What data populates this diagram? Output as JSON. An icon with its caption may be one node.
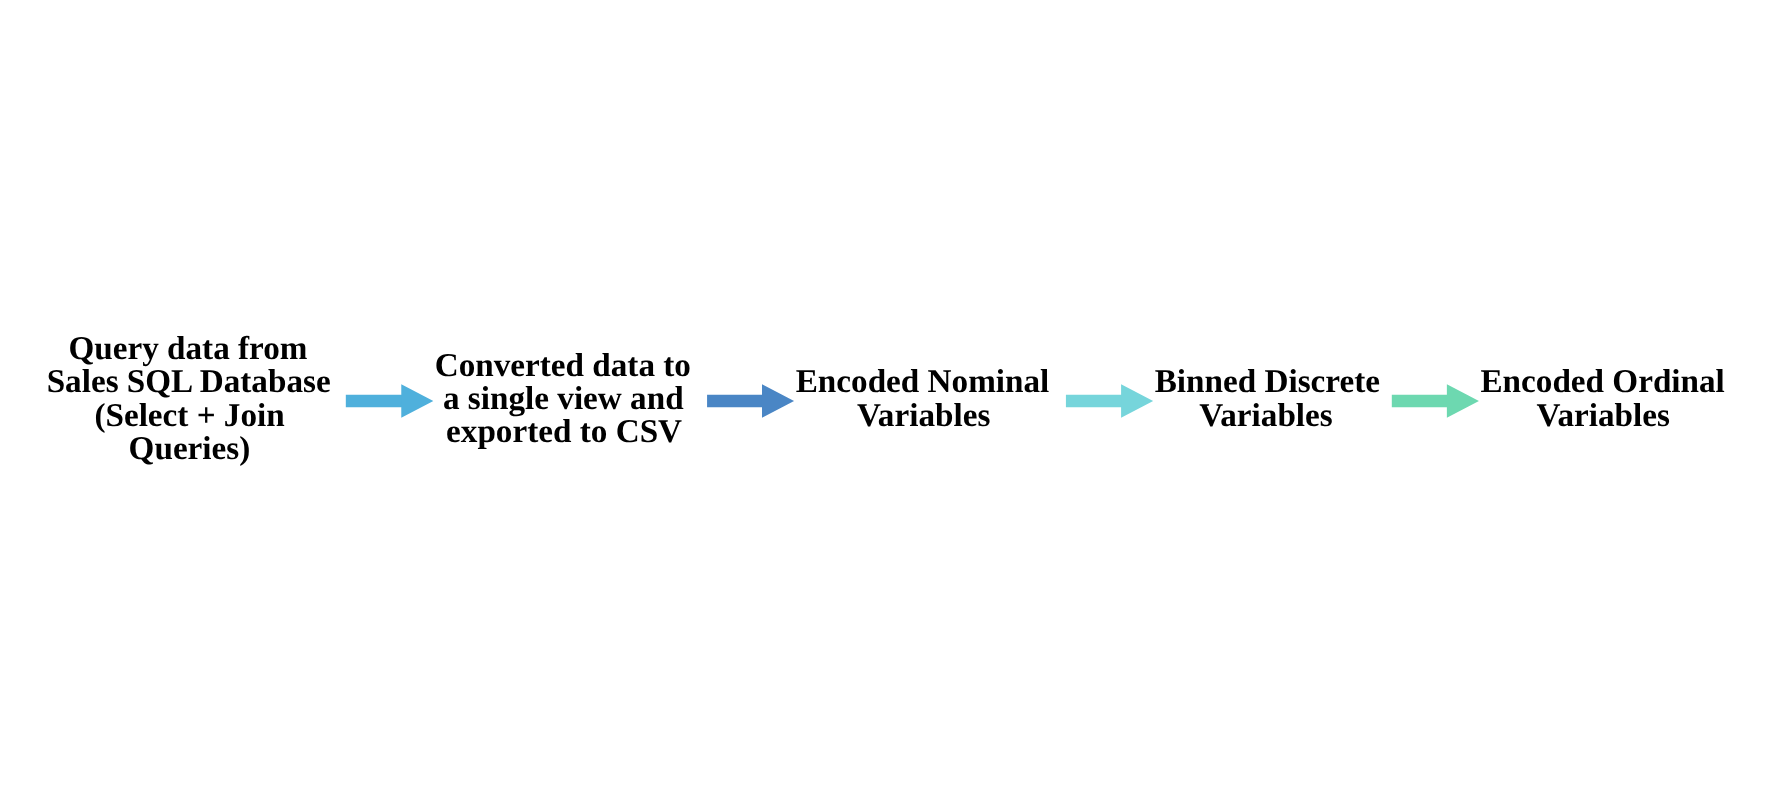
{
  "diagram": {
    "nodes": [
      {
        "text": [
          "Query data from Sales SQL Database (Select + Join Queries)"
        ]
      },
      {
        "text": [
          "Converted data to a single view and exported to CSV"
        ]
      },
      {
        "text": [
          "Encoded Nominal Variables"
        ]
      },
      {
        "text": [
          "Binned Discrete Variables"
        ]
      },
      {
        "text": [
          "Encoded Ordinal Variables"
        ]
      }
    ],
    "edges": [
      {
        "from": 0,
        "to": 1,
        "arrow": "to",
        "color": "#4fb0dc"
      },
      {
        "from": 1,
        "to": 2,
        "arrow": "to",
        "color": "#4a86c5"
      },
      {
        "from": 2,
        "to": 3,
        "arrow": "to",
        "color": "#76d5db"
      },
      {
        "from": 3,
        "to": 4,
        "arrow": "to",
        "color": "#6dd8b0"
      }
    ]
  }
}
